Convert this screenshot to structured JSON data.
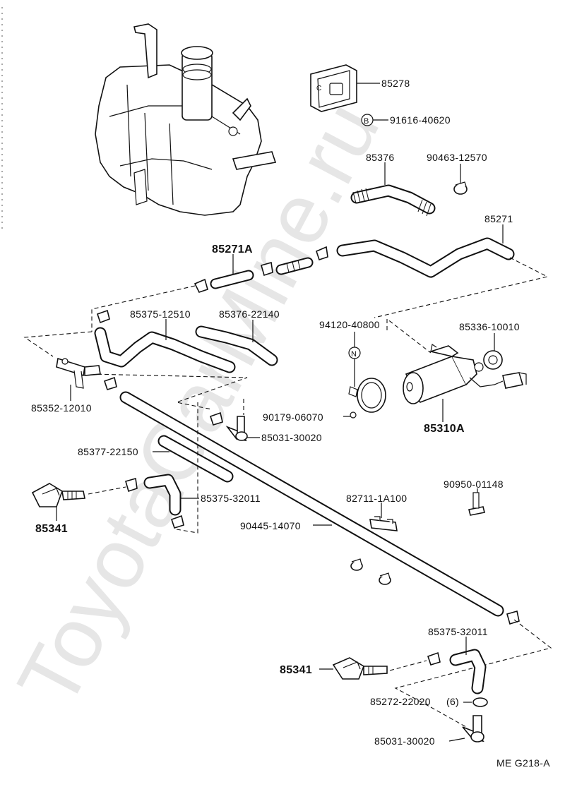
{
  "watermark": "ToyotaCarMine.ru",
  "drawing_code": "ME G218-A",
  "labels": {
    "p85278": "85278",
    "p91616": "91616-40620",
    "p85376": "85376",
    "p90463": "90463-12570",
    "p85271": "85271",
    "p85271A": "85271A",
    "p85375_12510": "85375-12510",
    "p85376_22140": "85376-22140",
    "p94120": "94120-40800",
    "p85336": "85336-10010",
    "p85352": "85352-12010",
    "p90179": "90179-06070",
    "p85310A": "85310A",
    "p85031_a": "85031-30020",
    "p85377": "85377-22150",
    "p90950": "90950-01148",
    "p85341_a": "85341",
    "p85375_32011_a": "85375-32011",
    "p82711": "82711-1A100",
    "p90445": "90445-14070",
    "p85375_32011_b": "85375-32011",
    "p85341_b": "85341",
    "p85272": "85272-22020",
    "p85272_qty": "(6)",
    "p85031_b": "85031-30020"
  },
  "markers": {
    "bolt_marker": "B",
    "nut_marker": "N"
  },
  "icons": {
    "washer_tank": "washer-tank-icon",
    "washer_motor": "washer-motor-icon",
    "nozzle": "washer-nozzle-icon",
    "clamp": "hose-clamp-icon"
  }
}
